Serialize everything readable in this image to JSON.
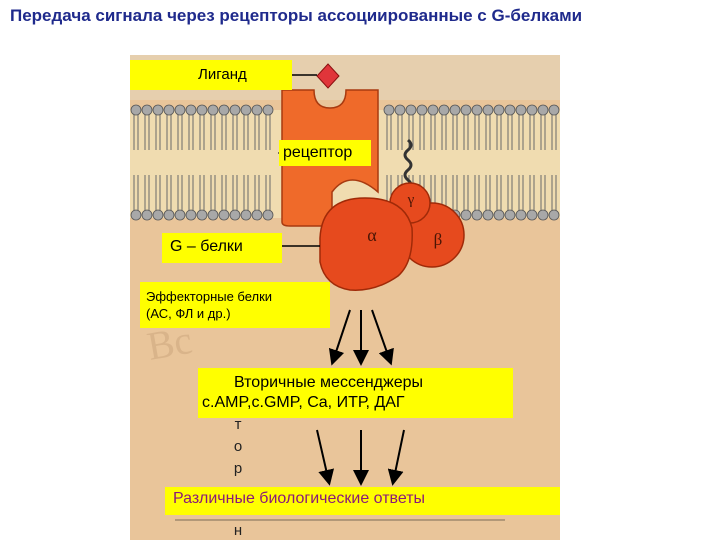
{
  "title": "Передача сигнала через рецепторы ассоциированные с G-белками",
  "labels": {
    "ligand": "Лиганд",
    "receptor": "рецептор",
    "g_proteins": "G – белки",
    "effector_line1": "Эффекторные белки",
    "effector_line2": "(АС, ФЛ и др.)",
    "second_line1": "Вторичные мессенджеры",
    "second_line2": "с.AMP,с.GMP, Ca, ИТР, ДАГ",
    "bio_responses": "Различные биологические ответы"
  },
  "subunits": {
    "alpha": "α",
    "beta": "β",
    "gamma": "γ"
  },
  "stray_letters": [
    "т",
    "о",
    "р",
    "н"
  ],
  "colors": {
    "title": "#1f2a8c",
    "label_bg": "#ffff00",
    "bio_text": "#8a1a7a",
    "cytoplasm": "#e9c59a",
    "receptor": "#ef6a2a",
    "gprotein": "#e64a1e",
    "ligand": "#e0353a"
  }
}
